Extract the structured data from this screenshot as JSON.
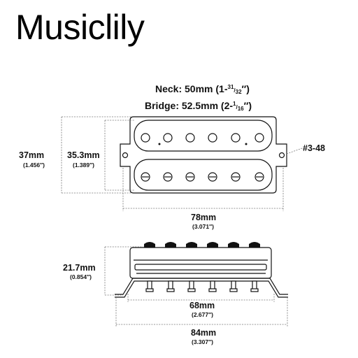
{
  "brand": "Musiclily",
  "specs": {
    "neck_label": "Neck",
    "neck_value": ": 50mm (1-",
    "neck_frac_num": "31",
    "neck_frac_den": "32",
    "neck_close": "″)",
    "bridge_label": "Bridge",
    "bridge_value": ": 52.5mm (2-",
    "bridge_frac_num": "1",
    "bridge_frac_den": "16",
    "bridge_close": "″)",
    "screw": "#3-48"
  },
  "dimensions": {
    "overall_height_mm": "37mm",
    "overall_height_in": "(1.456″)",
    "coil_height_mm": "35.3mm",
    "coil_height_in": "(1.389″)",
    "baseplate_width_mm": "78mm",
    "baseplate_width_in": "(3.071″)",
    "side_height_mm": "21.7mm",
    "side_height_in": "(0.854″)",
    "mount_spacing_mm": "68mm",
    "mount_spacing_in": "(2.677″)",
    "total_width_mm": "84mm",
    "total_width_in": "(3.307″)"
  }
}
